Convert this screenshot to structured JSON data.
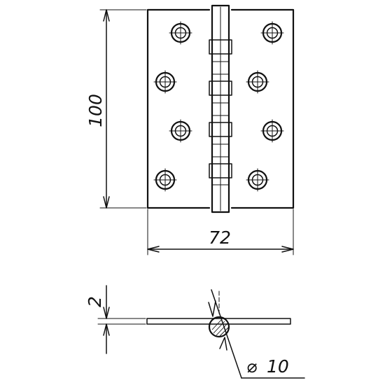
{
  "dimensions": {
    "height": "100",
    "width": "72",
    "thickness": "2",
    "pin_diameter": "10",
    "diameter_symbol": "⌀"
  },
  "colors": {
    "line": "#111111",
    "background": "#ffffff"
  }
}
